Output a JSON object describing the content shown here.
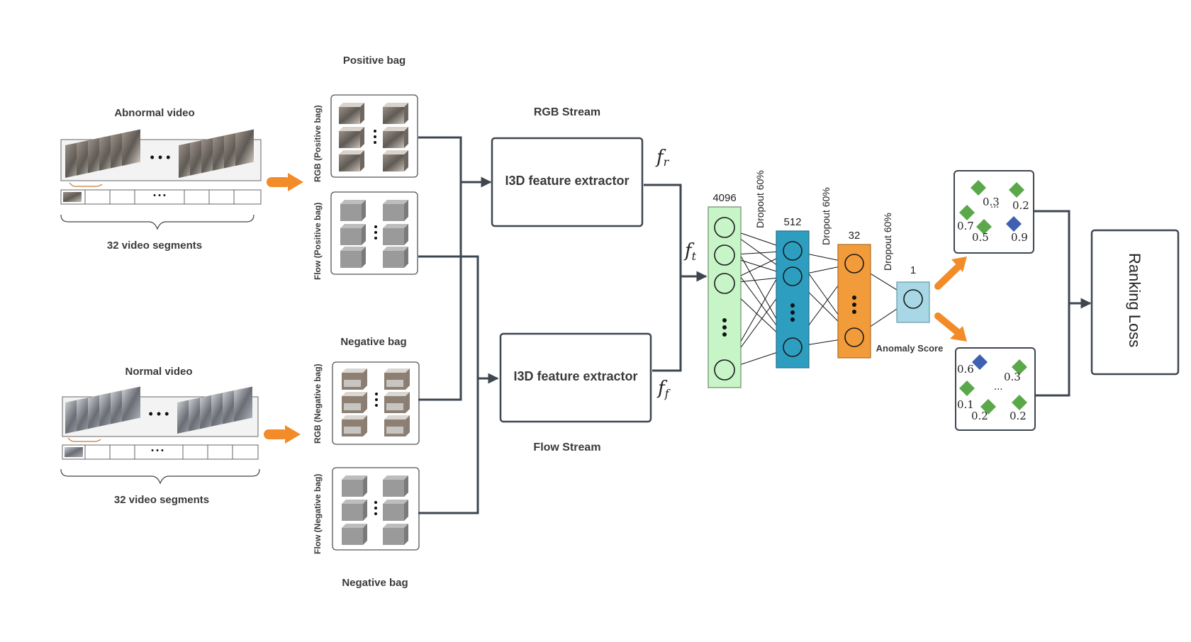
{
  "videos": {
    "abnormal": {
      "title": "Abnormal video",
      "segments_label": "32 video segments",
      "ellipsis": "• • •",
      "strip_ellipsis": "• • •"
    },
    "normal": {
      "title": "Normal video",
      "segments_label": "32 video segments",
      "ellipsis": "• • •",
      "strip_ellipsis": "• • •"
    }
  },
  "bags": {
    "positive_title": "Positive bag",
    "negative_title_mid": "Negative bag",
    "negative_title_bottom": "Negative bag",
    "rgb_positive": "RGB (Positive bag)",
    "flow_positive": "Flow (Positive bag)",
    "rgb_negative": "RGB (Negative bag)",
    "flow_negative": "Flow (Negative bag)"
  },
  "streams": {
    "rgb_title": "RGB Stream",
    "flow_title": "Flow Stream",
    "extractor_label": "I3D feature extractor",
    "f_r": "f",
    "f_r_sub": "r",
    "f_f": "f",
    "f_f_sub": "f",
    "f_t": "f",
    "f_t_sub": "t"
  },
  "network": {
    "layers": [
      {
        "size": "4096",
        "color": "#c8f5c8"
      },
      {
        "size": "512",
        "color": "#2e9ec0"
      },
      {
        "size": "32",
        "color": "#f29b3a"
      },
      {
        "size": "1",
        "color": "#a8d8e6"
      }
    ],
    "dropouts": [
      "Dropout 60%",
      "Dropout 60%",
      "Dropout 60%"
    ],
    "output_label": "Anomaly Score"
  },
  "scores": {
    "positive": [
      "0.3",
      "...",
      "0.2",
      "0.7",
      "0.5",
      "0.9"
    ],
    "negative": [
      "0.6",
      "0.3",
      "...",
      "0.1",
      "0.2",
      "0.2"
    ]
  },
  "loss": {
    "label": "Ranking Loss"
  },
  "colors": {
    "arrow": "#f28c28",
    "diamond_green": "#5aa84a",
    "diamond_blue": "#3f5fb0",
    "wire": "#3e4650"
  }
}
